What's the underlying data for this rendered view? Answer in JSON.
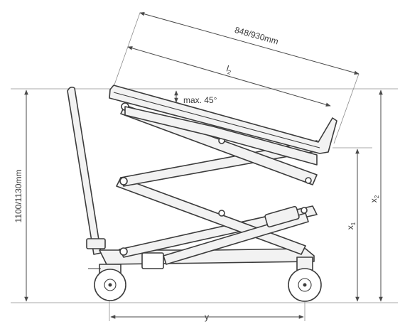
{
  "labels": {
    "length_total": "848/930mm",
    "length_platform": "l",
    "length_platform_sub": "2",
    "tilt": "max. 45°",
    "height_total": "1100/1130mm",
    "height_x1": "x",
    "height_x1_sub": "1",
    "height_x2": "x",
    "height_x2_sub": "2",
    "wheelbase": "y"
  },
  "colors": {
    "line": "#3c3c3c",
    "dimension": "#4a4a4a",
    "fill": "#f2f2f2"
  }
}
